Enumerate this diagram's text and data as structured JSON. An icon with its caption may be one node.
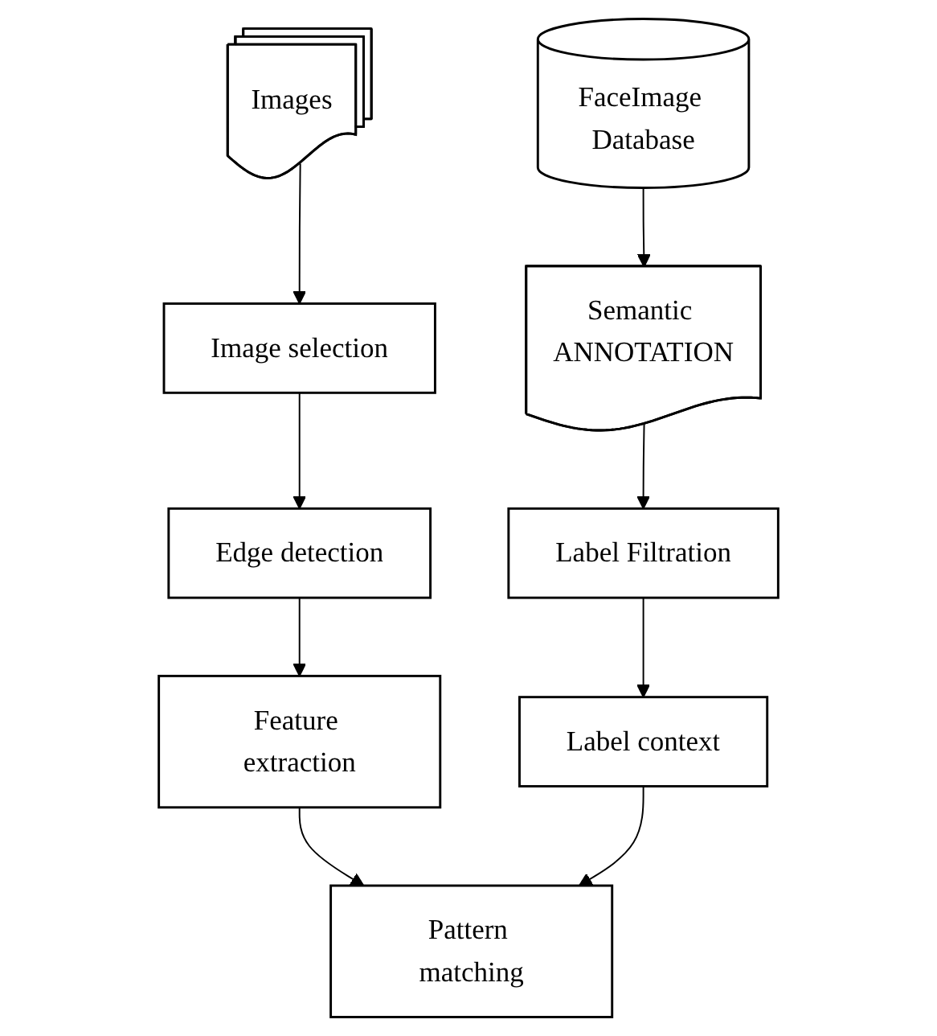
{
  "diagram": {
    "nodes": [
      {
        "text": [
          "Images"
        ]
      },
      {
        "text": [
          "Image selection"
        ]
      },
      {
        "text": [
          "Edge detection"
        ]
      },
      {
        "text": [
          "Feature extraction"
        ]
      },
      {
        "text": [
          "FaceImage Database"
        ]
      },
      {
        "text": [
          "Semantic ANNOTATION"
        ]
      },
      {
        "text": [
          "Label Filtration"
        ]
      },
      {
        "text": [
          "Label context"
        ]
      },
      {
        "text": [
          "Pattern matching"
        ]
      }
    ],
    "edges": [
      {
        "from": 0,
        "to": 1,
        "arrow": "to"
      },
      {
        "from": 1,
        "to": 2,
        "arrow": "to"
      },
      {
        "from": 2,
        "to": 3,
        "arrow": "to"
      },
      {
        "from": 3,
        "to": 8,
        "arrow": "to"
      },
      {
        "from": 4,
        "to": 5,
        "arrow": "to"
      },
      {
        "from": 5,
        "to": 6,
        "arrow": "to"
      },
      {
        "from": 6,
        "to": 7,
        "arrow": "to"
      },
      {
        "from": 7,
        "to": 8,
        "arrow": "to"
      }
    ]
  }
}
